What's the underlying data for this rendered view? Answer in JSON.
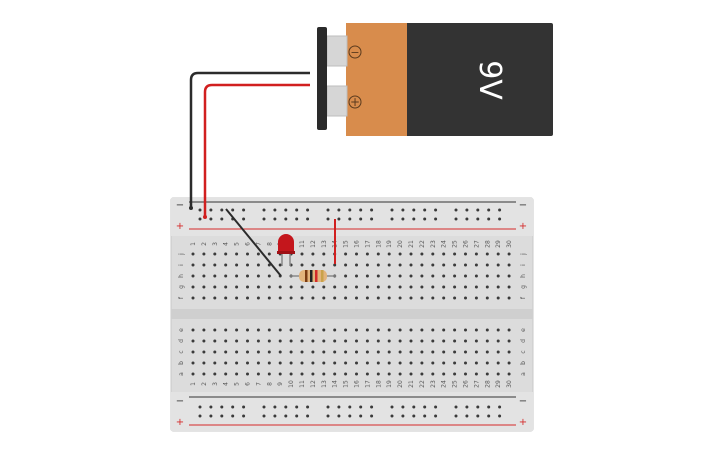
{
  "battery": {
    "label": "9V",
    "minus_symbol": "−",
    "plus_symbol": "+",
    "body_color": "#333333",
    "cap_color": "#d88c4c",
    "connector_color": "#2a2a2a"
  },
  "breadboard": {
    "columns": 30,
    "top_rows": [
      "j",
      "i",
      "h",
      "g",
      "f"
    ],
    "bottom_rows": [
      "e",
      "d",
      "c",
      "b",
      "a"
    ],
    "rail_minus": "−",
    "rail_plus": "+",
    "board_color": "#dcdcdc",
    "rail_red": "#d42a2a",
    "rail_black": "#333333",
    "hole_color": "#3a3a3a"
  },
  "wires": {
    "black_color": "#2b2b2b",
    "red_color": "#d11f1f"
  },
  "led": {
    "color": "#c4161c"
  },
  "resistor": {
    "body_color": "#e2b47c"
  }
}
